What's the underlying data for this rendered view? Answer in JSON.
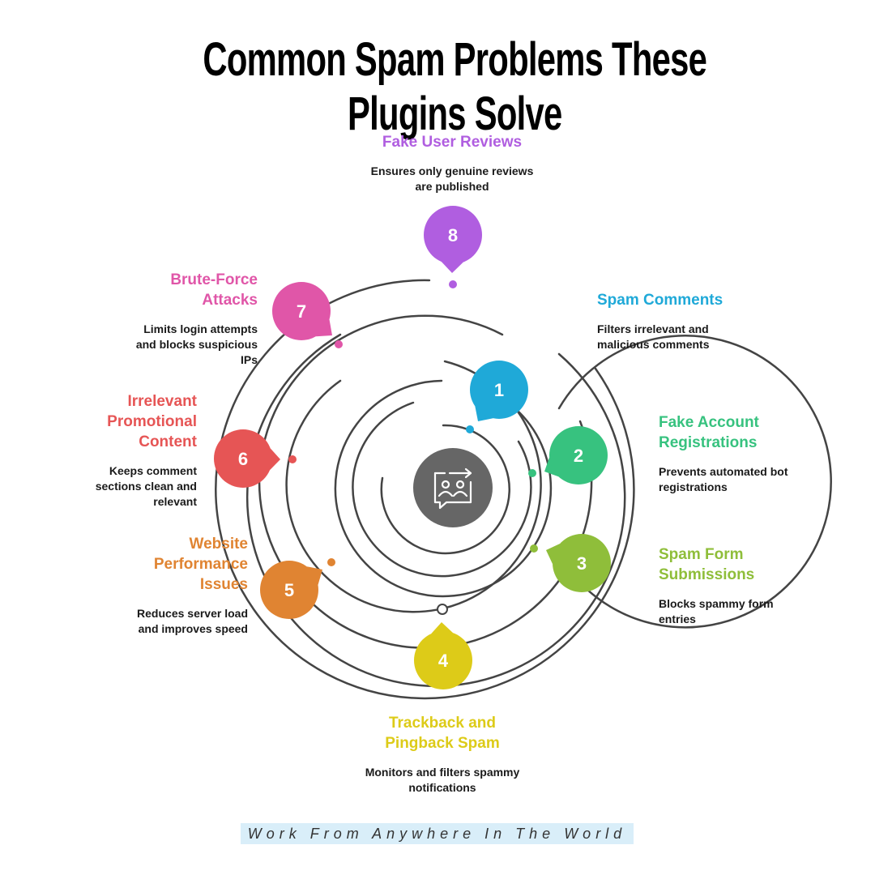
{
  "title": "Common Spam Problems These Plugins Solve",
  "footer": "Work From Anywhere In The World",
  "center_icon": "chat-users-icon",
  "items": [
    {
      "num": "1",
      "title": "Spam Comments",
      "desc": "Filters irrelevant and malicious comments",
      "color": "#1fa9d8"
    },
    {
      "num": "2",
      "title": "Fake Account Registrations",
      "desc": "Prevents automated bot registrations",
      "color": "#37c27f"
    },
    {
      "num": "3",
      "title": "Spam Form Submissions",
      "desc": "Blocks spammy form entries",
      "color": "#8fbe3a"
    },
    {
      "num": "4",
      "title": "Trackback and Pingback Spam",
      "desc": "Monitors and filters spammy notifications",
      "color": "#ddcb18"
    },
    {
      "num": "5",
      "title": "Website Performance Issues",
      "desc": "Reduces server load and improves speed",
      "color": "#e08432"
    },
    {
      "num": "6",
      "title": "Irrelevant Promotional Content",
      "desc": "Keeps comment sections clean and relevant",
      "color": "#e65555"
    },
    {
      "num": "7",
      "title": "Brute-Force Attacks",
      "desc": "Limits login attempts and blocks suspicious IPs",
      "color": "#e056a8"
    },
    {
      "num": "8",
      "title": "Fake User Reviews",
      "desc": "Ensures only genuine reviews are published",
      "color": "#b05ee0"
    }
  ]
}
